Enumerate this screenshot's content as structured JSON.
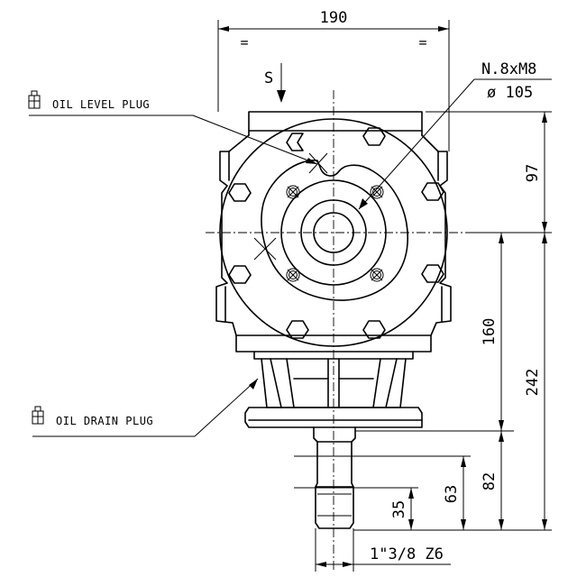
{
  "labels": {
    "width_dim": "190",
    "eq_left": "=",
    "eq_right": "=",
    "rotation_arrow": "S",
    "bolts": "N.8xM8",
    "bolt_circle": "ø 105",
    "oil_level": "OIL LEVEL PLUG",
    "oil_drain": "OIL DRAIN PLUG",
    "dim_97": "97",
    "dim_160": "160",
    "dim_242": "242",
    "dim_82": "82",
    "dim_63": "63",
    "dim_35": "35",
    "spline": "1\"3/8 Z6"
  }
}
